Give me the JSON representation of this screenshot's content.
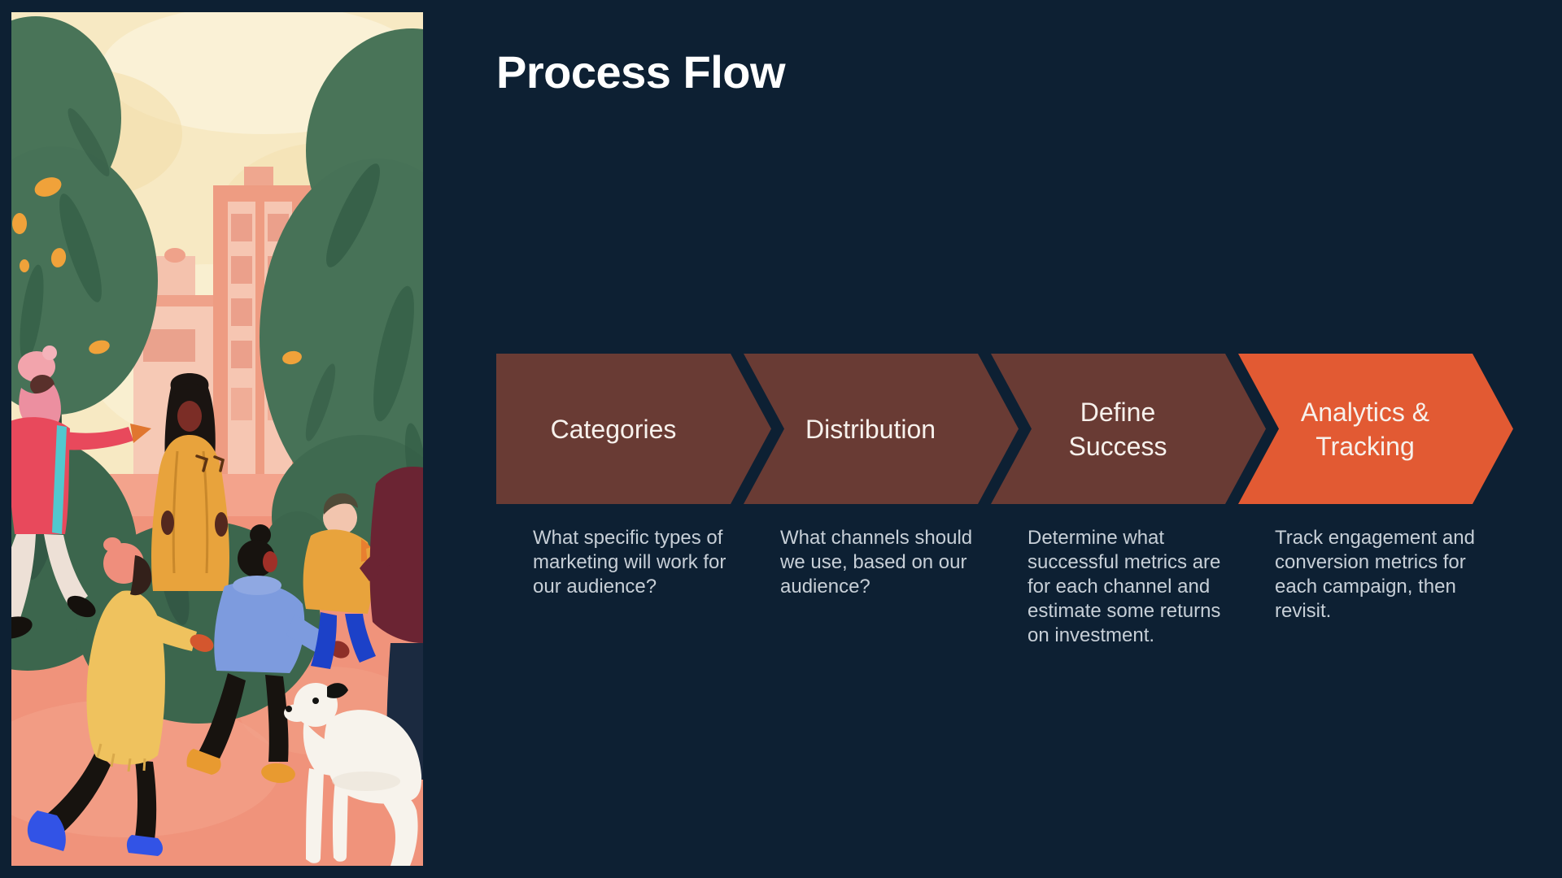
{
  "slide": {
    "title": "Process Flow",
    "background_color": "#0D2033",
    "title_color": "#FFFFFF"
  },
  "process_flow": {
    "step_default_color": "#693B34",
    "step_highlight_color": "#E25A33",
    "label_color": "#F7F1EC",
    "description_color": "#C7CFD7",
    "steps": [
      {
        "label": "Categories",
        "label_lines": [
          "Categories"
        ],
        "color": "#693B34",
        "highlighted": false,
        "description": "What specific types of marketing will work for our audience?"
      },
      {
        "label": "Distribution",
        "label_lines": [
          "Distribution"
        ],
        "color": "#693B34",
        "highlighted": false,
        "description": "What channels should we use, based on our audience?"
      },
      {
        "label": "Define Success",
        "label_lines": [
          "Define",
          "Success"
        ],
        "color": "#693B34",
        "highlighted": false,
        "description": "Determine what successful metrics are for each channel and estimate some returns on investment."
      },
      {
        "label": "Analytics & Tracking",
        "label_lines": [
          "Analytics &",
          "Tracking"
        ],
        "color": "#E25A33",
        "highlighted": true,
        "description": "Track engagement and conversion metrics for each campaign, then revisit."
      }
    ]
  },
  "illustration": {
    "alt": "People in colorful coats walking a white dog through an autumn park with green trees and pink buildings",
    "palette": {
      "sky": "#F7E9C3",
      "sky_patch": "#F3DDA8",
      "tree_green": "#477257",
      "tree_green_dark": "#315A43",
      "bush_green": "#3C664D",
      "ground": "#F0937B",
      "building_frame": "#EE9C82",
      "building_light": "#F6C6B2",
      "window_pink": "#EBA08B",
      "leaf_orange": "#F0A23A",
      "coat_red": "#E8495C",
      "coat_mustard": "#E8A33C",
      "coat_yellow": "#EFC25E",
      "coat_maroon": "#6B2433",
      "hoodie_blue": "#7D9BDE",
      "jeans_blue": "#1C41C8",
      "shoe_blue": "#3253E6",
      "shoe_orange": "#E89A30",
      "dog_white": "#F7F3EC"
    }
  }
}
